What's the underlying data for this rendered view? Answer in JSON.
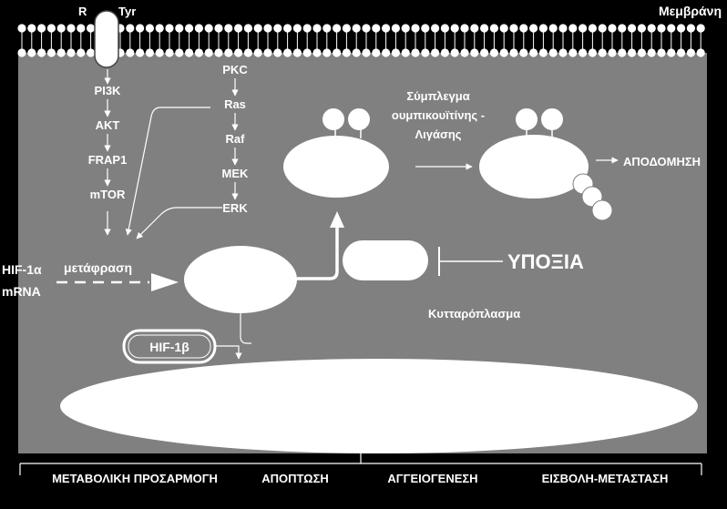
{
  "labels": {
    "membrane": "Μεμβράνη",
    "receptor_r": "R",
    "receptor_tyr": "Tyr",
    "cytoplasm": "Κυτταρόπλασμα",
    "hypoxia": "ΥΠΟΞΙΑ",
    "degradation": "ΑΠΟΔΟΜΗΣΗ",
    "hif1a": "HIF-1α",
    "mrna": "mRNA",
    "translation": "μετάφραση",
    "hif1b": "HIF-1β",
    "complex_line1": "Σύμπλεγμα",
    "complex_line2": "ουμπικουϊτίνης -",
    "complex_line3": "Λιγάσης"
  },
  "pathway_left": [
    "PI3K",
    "AKT",
    "FRAP1",
    "mTOR"
  ],
  "pathway_right": [
    "PKC",
    "Ras",
    "Raf",
    "MEK",
    "ERK"
  ],
  "outcomes": [
    "ΜΕΤΑΒΟΛΙΚΗ ΠΡΟΣΑΡΜΟΓΗ",
    "ΑΠΟΠΤΩΣΗ",
    "ΑΓΓΕΙΟΓΕΝΕΣΗ",
    "ΕΙΣΒΟΛΗ-ΜΕΤΑΣΤΑΣΗ"
  ],
  "colors": {
    "background": "#000000",
    "cytoplasm": "#808080",
    "shape": "#ffffff"
  }
}
